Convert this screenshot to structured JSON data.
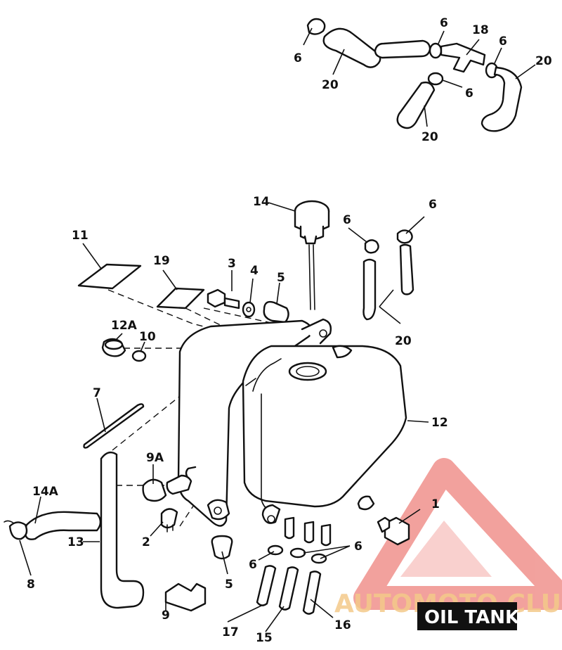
{
  "watermark": {
    "text": "AUTOMOTO.CLUB",
    "color": "#e8554e"
  },
  "badge": {
    "text": "OIL TANK"
  },
  "callouts": {
    "c1": "1",
    "c2": "2",
    "c3": "3",
    "c4": "4",
    "c5a": "5",
    "c5b": "5",
    "c6a": "6",
    "c6b": "6",
    "c6c": "6",
    "c6d": "6",
    "c6e": "6",
    "c6f": "6",
    "c6g": "6",
    "c6h": "6",
    "c7": "7",
    "c8": "8",
    "c9": "9",
    "c9a": "9A",
    "c10": "10",
    "c11": "11",
    "c12": "12",
    "c12a": "12A",
    "c13": "13",
    "c14": "14",
    "c14a": "14A",
    "c15": "15",
    "c16": "16",
    "c17": "17",
    "c18": "18",
    "c19": "19",
    "c20a": "20",
    "c20b": "20",
    "c20c": "20",
    "c20d": "20"
  }
}
